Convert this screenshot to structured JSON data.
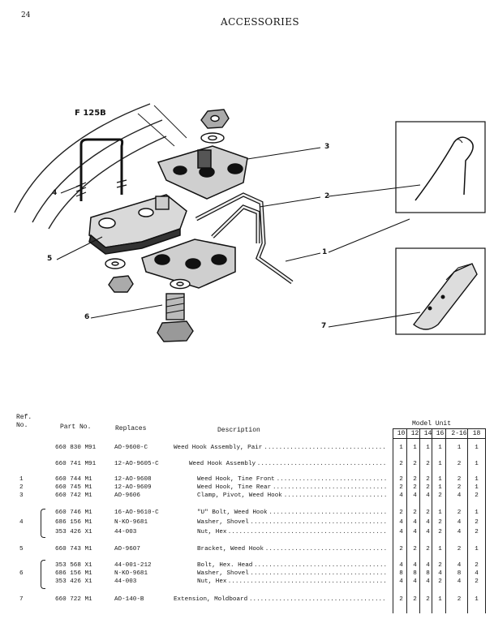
{
  "page": {
    "number": "24",
    "title": "ACCESSORIES",
    "figure_id": "F 125B"
  },
  "callouts": [
    "1",
    "2",
    "3",
    "4",
    "5",
    "6",
    "7"
  ],
  "table": {
    "headers": {
      "ref_line1": "Ref.",
      "ref_line2": "No.",
      "part_no": "Part No.",
      "replaces": "Replaces",
      "description": "Description",
      "model_unit": "Model Unit",
      "models": [
        "10",
        "12",
        "14",
        "16",
        "2-16",
        "18"
      ]
    },
    "rows": [
      {
        "ref": "",
        "part": "660 830 M91",
        "replaces": "AO-9600-C",
        "desc": "Weed Hook Assembly, Pair",
        "indent": 0,
        "qty": [
          "1",
          "1",
          "1",
          "1",
          "1",
          "1"
        ]
      },
      {
        "ref": "",
        "part": "660 741 M91",
        "replaces": "12-AO-9605-C",
        "desc": "Weed Hook Assembly",
        "indent": 1,
        "qty": [
          "2",
          "2",
          "2",
          "1",
          "2",
          "1"
        ]
      },
      {
        "ref": "1",
        "part": "660 744 M1",
        "replaces": "12-AO-9608",
        "desc": "Weed Hook, Tine Front",
        "indent": 2,
        "qty": [
          "2",
          "2",
          "2",
          "1",
          "2",
          "1"
        ]
      },
      {
        "ref": "2",
        "part": "660 745 M1",
        "replaces": "12-AO-9609",
        "desc": "Weed Hook, Tine Rear",
        "indent": 2,
        "qty": [
          "2",
          "2",
          "2",
          "1",
          "2",
          "1"
        ]
      },
      {
        "ref": "3",
        "part": "660 742 M1",
        "replaces": "AO-9606",
        "desc": "Clamp, Pivot, Weed Hook",
        "indent": 2,
        "qty": [
          "4",
          "4",
          "4",
          "2",
          "4",
          "2"
        ]
      },
      {
        "ref": "",
        "part": "660 746 M1",
        "replaces": "16-AO-9610-C",
        "desc": "\"U\" Bolt, Weed Hook",
        "indent": 2,
        "qty": [
          "2",
          "2",
          "2",
          "1",
          "2",
          "1"
        ]
      },
      {
        "ref": "4",
        "part": "686 156 M1",
        "replaces": "N-KO-9681",
        "desc": "Washer, Shovel",
        "indent": 2,
        "qty": [
          "4",
          "4",
          "4",
          "2",
          "4",
          "2"
        ]
      },
      {
        "ref": "",
        "part": "353 426 X1",
        "replaces": "44-003",
        "desc": "Nut, Hex",
        "indent": 2,
        "qty": [
          "4",
          "4",
          "4",
          "2",
          "4",
          "2"
        ]
      },
      {
        "ref": "5",
        "part": "660 743 M1",
        "replaces": "AO-9607",
        "desc": "Bracket, Weed Hook",
        "indent": 2,
        "qty": [
          "2",
          "2",
          "2",
          "1",
          "2",
          "1"
        ]
      },
      {
        "ref": "",
        "part": "353 568 X1",
        "replaces": "44-001-212",
        "desc": "Bolt, Hex. Head",
        "indent": 2,
        "qty": [
          "4",
          "4",
          "4",
          "2",
          "4",
          "2"
        ]
      },
      {
        "ref": "6",
        "part": "686 156 M1",
        "replaces": "N-KO-9681",
        "desc": "Washer, Shovel",
        "indent": 2,
        "qty": [
          "8",
          "8",
          "8",
          "4",
          "8",
          "4"
        ]
      },
      {
        "ref": "",
        "part": "353 426 X1",
        "replaces": "44-003",
        "desc": "Nut, Hex",
        "indent": 2,
        "qty": [
          "4",
          "4",
          "4",
          "2",
          "4",
          "2"
        ]
      },
      {
        "ref": "7",
        "part": "660 722 M1",
        "replaces": "AO-140-B",
        "desc": "Extension, Moldboard",
        "indent": 0,
        "qty": [
          "2",
          "2",
          "2",
          "1",
          "2",
          "1"
        ]
      }
    ]
  }
}
